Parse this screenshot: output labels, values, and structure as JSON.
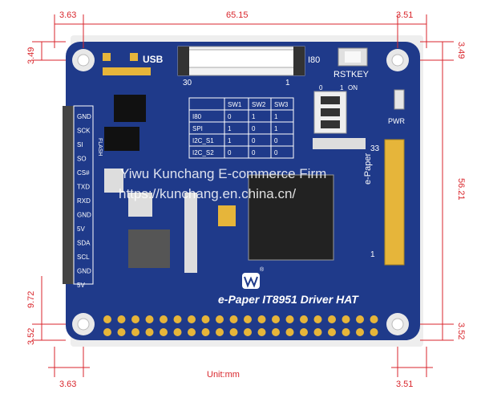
{
  "dimensions": {
    "top_left": "3.63",
    "top_width": "65.15",
    "top_right": "3.51",
    "left_top": "3.49",
    "right_top": "3.49",
    "right_height": "56.21",
    "left_hole": "9.72",
    "left_bottom": "3.52",
    "right_bottom": "3.52",
    "bottom_left": "3.63",
    "bottom_right": "3.51",
    "unit": "Unit:mm"
  },
  "board": {
    "usb": "USB",
    "i80": "I80",
    "rstkey": "RSTKEY",
    "pin30": "30",
    "pin1": "1",
    "pin33": "33",
    "pin1b": "1",
    "switch_0": "0",
    "switch_1": "1",
    "switch_on": "ON",
    "pwr": "PWR",
    "flash": "FLASH",
    "epaper": "e-Paper",
    "product": "e-Paper IT8951 Driver HAT",
    "logo_reg": "®",
    "pins": [
      "GND",
      "SCK",
      "SI",
      "SO",
      "CS#",
      "TXD",
      "RXD",
      "GND",
      "5V",
      "SDA",
      "SCL",
      "GND",
      "5V"
    ]
  },
  "mode_table": {
    "headers": [
      "",
      "SW1",
      "SW2",
      "SW3"
    ],
    "rows": [
      [
        "I80",
        "0",
        "1",
        "1"
      ],
      [
        "SPI",
        "1",
        "0",
        "1"
      ],
      [
        "I2C_S1",
        "1",
        "0",
        "0"
      ],
      [
        "I2C_S2",
        "0",
        "0",
        "0"
      ]
    ]
  },
  "watermark": {
    "line1": "Yiwu Kunchang E-commerce Firm",
    "line2": "https://kunchang.en.china.cn/"
  },
  "colors": {
    "pcb": "#1f3a8a",
    "dim": "#d9262c",
    "gold": "#e6b53a"
  }
}
